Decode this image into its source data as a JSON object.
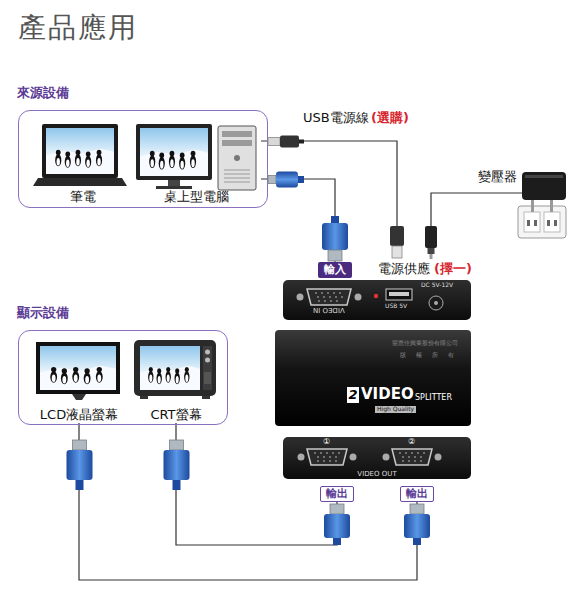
{
  "diagram": {
    "title": "產品應用",
    "nodes": [
      {
        "text": [
          "來源設備"
        ]
      },
      {
        "text": [
          "筆電"
        ],
        "in": 0
      },
      {
        "text": [
          "桌上型電腦"
        ],
        "in": 0
      },
      {
        "text": [
          "變壓器"
        ]
      },
      {
        "text": [
          "輸入"
        ]
      },
      {
        "text": [
          "VIDEO IN",
          "USB 5V",
          "DC 5V-12V"
        ]
      },
      {
        "text": [
          "2",
          "VIDEO",
          "SPLITTER",
          "High Quality"
        ]
      },
      {
        "text": [
          "①",
          "②",
          "VIDEO OUT"
        ]
      },
      {
        "text": [
          "輸出"
        ]
      },
      {
        "text": [
          "輸出"
        ]
      },
      {
        "text": [
          "顯示設備"
        ]
      },
      {
        "text": [
          "LCD液晶螢幕"
        ],
        "in": 10
      },
      {
        "text": [
          "CRT螢幕"
        ],
        "in": 10
      }
    ],
    "edges": [
      {
        "from": 2,
        "to": 4,
        "arrow": "none"
      },
      {
        "from": 2,
        "to": 5,
        "arrow": "none"
      },
      {
        "from": 3,
        "to": 5,
        "arrow": "none"
      },
      {
        "from": 11,
        "to": 9,
        "arrow": "none"
      },
      {
        "from": 12,
        "to": 8,
        "arrow": "none"
      }
    ],
    "labels": [
      "USB電源線",
      "(選購)",
      "電源供應",
      "(擇一)",
      "豐恩佳興業股份有限公司",
      "版權所有"
    ]
  }
}
